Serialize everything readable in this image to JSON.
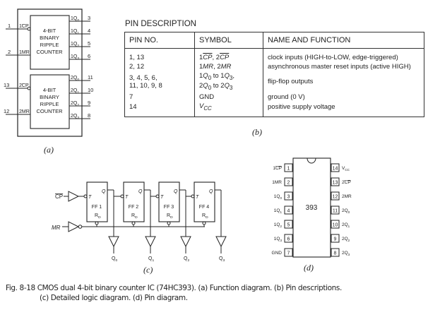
{
  "figure_a": {
    "label": "(a)",
    "block_text": [
      "4-BIT",
      "BINARY",
      "RIPPLE",
      "COUNTER"
    ],
    "counter1": {
      "inputs": [
        {
          "pin": "1",
          "name": "1CP",
          "overbar": "CP",
          "prefix": "1"
        },
        {
          "pin": "2",
          "name": "1MR"
        }
      ],
      "outputs": [
        {
          "name": "1Q",
          "sub": "0",
          "pin": "3"
        },
        {
          "name": "1Q",
          "sub": "1",
          "pin": "4"
        },
        {
          "name": "1Q",
          "sub": "2",
          "pin": "5"
        },
        {
          "name": "1Q",
          "sub": "3",
          "pin": "6"
        }
      ]
    },
    "counter2": {
      "inputs": [
        {
          "pin": "13",
          "name": "2CP",
          "overbar": "CP",
          "prefix": "2"
        },
        {
          "pin": "12",
          "name": "2MR"
        }
      ],
      "outputs": [
        {
          "name": "2Q",
          "sub": "0",
          "pin": "11"
        },
        {
          "name": "2Q",
          "sub": "1",
          "pin": "10"
        },
        {
          "name": "2Q",
          "sub": "2",
          "pin": "9"
        },
        {
          "name": "2Q",
          "sub": "3",
          "pin": "8"
        }
      ]
    }
  },
  "figure_b": {
    "label": "(b)",
    "title": "PIN DESCRIPTION",
    "headers": [
      "PIN NO.",
      "SYMBOL",
      "NAME AND FUNCTION"
    ],
    "rows": [
      {
        "pin": "1, 13",
        "symbol": "1CP, 2CP",
        "function": "clock inputs (HIGH-to-LOW, edge-triggered)"
      },
      {
        "pin": "2, 12",
        "symbol": "1MR, 2MR",
        "function": "asynchronous master reset inputs (active HIGH)"
      },
      {
        "pin": "3, 4, 5, 6, 11, 10, 9, 8",
        "symbol": "1Q0 to 1Q3, 2Q0 to 2Q3",
        "function": "flip-flop outputs"
      },
      {
        "pin": "7",
        "symbol": "GND",
        "function": "ground (0 V)"
      },
      {
        "pin": "14",
        "symbol": "VCC",
        "function": "positive supply voltage"
      }
    ]
  },
  "figure_c": {
    "label": "(c)",
    "clock_input": "CP",
    "reset_input": "MR",
    "flip_flops": [
      {
        "name": "FF 1",
        "clock": "T",
        "output": "Q",
        "reset": "RD",
        "out_label": "Q0"
      },
      {
        "name": "FF 2",
        "clock": "T",
        "output": "Q",
        "reset": "RD",
        "out_label": "Q1"
      },
      {
        "name": "FF 3",
        "clock": "T",
        "output": "Q",
        "reset": "RD",
        "out_label": "Q2"
      },
      {
        "name": "FF 4",
        "clock": "T",
        "output": "Q",
        "reset": "RD",
        "out_label": "Q3"
      }
    ]
  },
  "figure_d": {
    "label": "(d)",
    "chip_label": "393",
    "left_pins": [
      {
        "num": "1",
        "name": "1CP"
      },
      {
        "num": "2",
        "name": "1MR"
      },
      {
        "num": "3",
        "name": "1Q0"
      },
      {
        "num": "4",
        "name": "1Q1"
      },
      {
        "num": "5",
        "name": "1Q2"
      },
      {
        "num": "6",
        "name": "1Q3"
      },
      {
        "num": "7",
        "name": "GND"
      }
    ],
    "right_pins": [
      {
        "num": "14",
        "name": "VCC"
      },
      {
        "num": "13",
        "name": "2CP"
      },
      {
        "num": "12",
        "name": "2MR"
      },
      {
        "num": "11",
        "name": "2Q0"
      },
      {
        "num": "10",
        "name": "2Q1"
      },
      {
        "num": "9",
        "name": "2Q2"
      },
      {
        "num": "8",
        "name": "2Q3"
      }
    ]
  },
  "caption": {
    "line1": "Fig. 8-18  CMOS dual 4-bit binary counter IC (74HC393). (a) Function diagram. (b) Pin descriptions.",
    "line2": "(c) Detailed logic diagram. (d) Pin diagram."
  }
}
